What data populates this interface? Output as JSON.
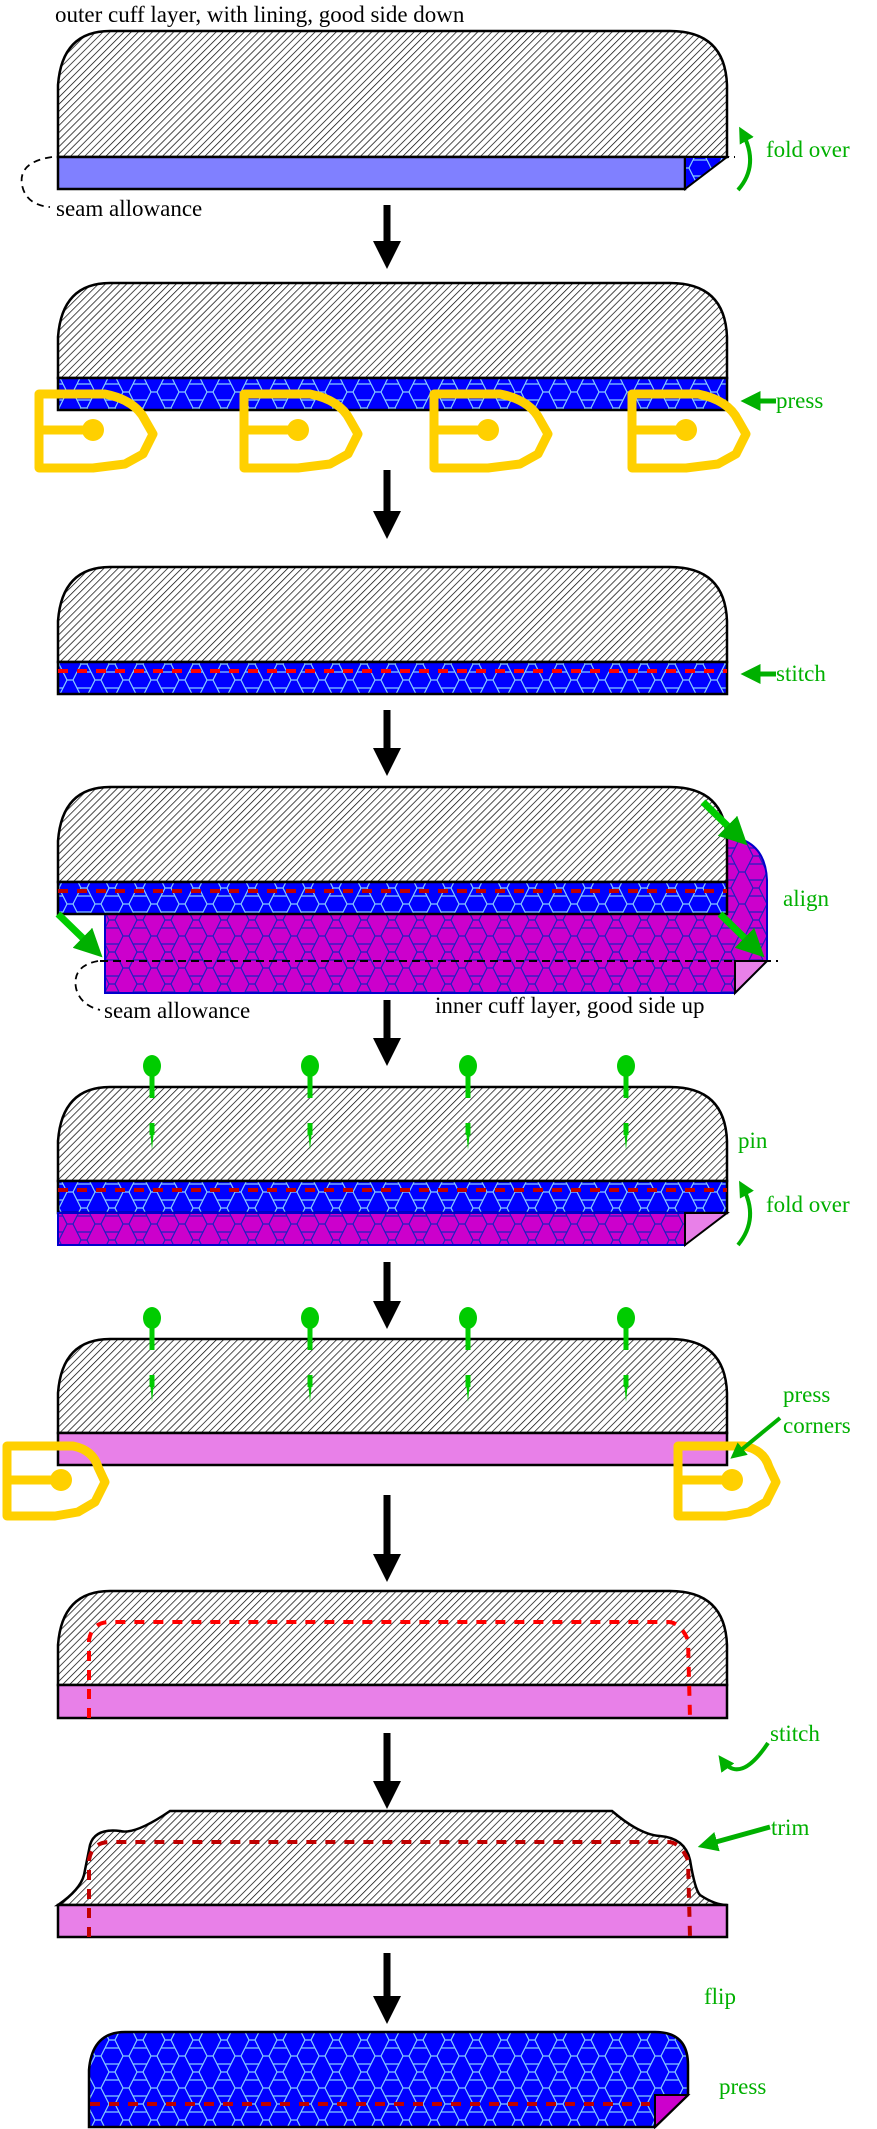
{
  "diagram": {
    "colors": {
      "outer_fabric_lines": "#000000",
      "lining_light": "#8080ff",
      "lining_blue": "#0000ff",
      "lining_hex": "#88ccff",
      "inner_magenta": "#cc00cc",
      "inner_hex": "#2020c0",
      "inner_pink": "#e880e8",
      "stitch_red": "#ff0000",
      "stitch_darkred": "#c00000",
      "action_green": "#00c000",
      "pin_green": "#00cc00",
      "iron_yellow": "#ffd000",
      "arrow_black": "#000000"
    },
    "steps": [
      {
        "id": 1,
        "title": "outer cuff layer, with lining, good side down",
        "actions": [
          "fold over"
        ],
        "notes": [
          "seam allowance"
        ]
      },
      {
        "id": 2,
        "actions": [
          "press"
        ],
        "tools": [
          "iron",
          "iron",
          "iron",
          "iron"
        ]
      },
      {
        "id": 3,
        "actions": [
          "stitch"
        ]
      },
      {
        "id": 4,
        "actions": [
          "align"
        ],
        "notes": [
          "seam allowance",
          "inner cuff layer, good side up"
        ]
      },
      {
        "id": 5,
        "actions": [
          "pin",
          "fold over"
        ],
        "tools": [
          "pin",
          "pin",
          "pin",
          "pin"
        ]
      },
      {
        "id": 6,
        "actions": [
          "press corners"
        ],
        "tools": [
          "pin",
          "pin",
          "pin",
          "pin",
          "iron",
          "iron"
        ]
      },
      {
        "id": 7,
        "actions": [
          "stitch"
        ]
      },
      {
        "id": 8,
        "actions": [
          "trim"
        ]
      },
      {
        "id": 9,
        "actions": [
          "flip",
          "press"
        ]
      }
    ],
    "labels": {
      "s1_title": "outer cuff layer, with lining, good side down",
      "s1_fold": "fold over",
      "s1_seam": "seam allowance",
      "s2_press": "press",
      "s3_stitch": "stitch",
      "s4_align": "align",
      "s4_seam": "seam allowance",
      "s4_inner": "inner cuff layer, good side up",
      "s5_pin": "pin",
      "s5_fold": "fold over",
      "s6_press": "press",
      "s6_corners": "corners",
      "s7_stitch": "stitch",
      "s8_trim": "trim",
      "s9_flip": "flip",
      "s9_press": "press"
    }
  }
}
